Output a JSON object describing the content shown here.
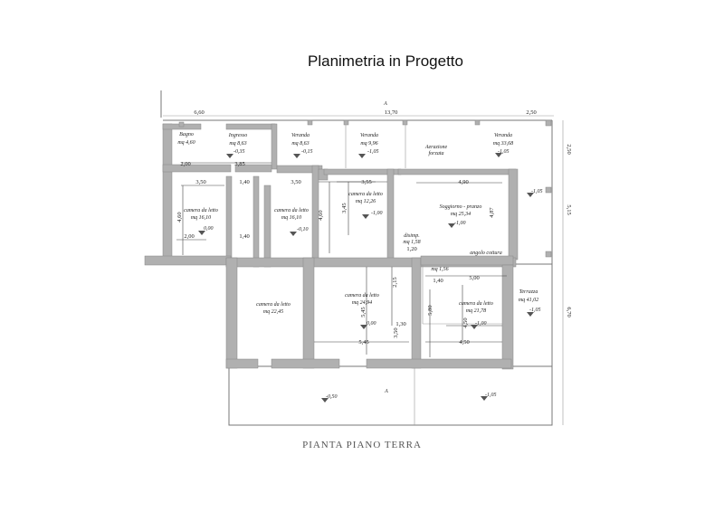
{
  "title": "Planimetria in Progetto",
  "subtitle": "PIANTA PIANO TERRA",
  "section_mark": "A",
  "rooms": {
    "bagno": {
      "name": "Bagno",
      "area": "mq 4,60"
    },
    "ingresso": {
      "name": "Ingresso",
      "area": "mq 8,63",
      "level": "-0,35"
    },
    "veranda1": {
      "name": "Veranda",
      "area": "mq 8,63",
      "level": "-0,15"
    },
    "veranda2": {
      "name": "Veranda",
      "area": "mq 9,96",
      "level": "-1,05"
    },
    "veranda3": {
      "name": "Veranda",
      "area": "mq 33,68",
      "level": "-1,05"
    },
    "aerazione": {
      "name": "Aerazione",
      "name2": "forzata"
    },
    "camera1": {
      "name": "camera da letto",
      "area": "mq 16,10",
      "level": "0,00"
    },
    "camera2": {
      "name": "camera da letto",
      "area": "mq 16,10",
      "level": "-0,10"
    },
    "camera3": {
      "name": "camera da letto",
      "area": "mq 12,26",
      "level": "-1,00"
    },
    "disimp": {
      "name": "disimp.",
      "area": "mq 1,58"
    },
    "soggiorno": {
      "name": "Soggiorno - pranzo",
      "area": "mq 25,34",
      "level": "-1,00"
    },
    "angolo": {
      "name": "angolo cottura"
    },
    "camera4": {
      "name": "camera da letto",
      "area": "mq 22,45"
    },
    "camera5": {
      "name": "camera da letto",
      "area": "mq 24,94",
      "level": "0,00"
    },
    "wc": {
      "area": "mq 1,56"
    },
    "camera6": {
      "name": "camera da letto",
      "area": "mq 21,78",
      "level": "-1,00"
    },
    "terrazza": {
      "name": "Terrazza",
      "area": "mq 41,02",
      "level": "-1,05"
    }
  },
  "levels": {
    "right": "-1,05",
    "bottom_left": "-0,50",
    "bottom_right": "-1,05"
  },
  "dims": {
    "top_a": "6,60",
    "top_total": "13,70",
    "top_right": "2,50",
    "bagno_w": "2,00",
    "ingresso_w": "3,85",
    "cam1_w": "3,50",
    "cam1_h": "4,60",
    "cam1_b": "2,00",
    "bath1_w": "1,40",
    "bath2_w": "1,40",
    "cam2_w": "3,50",
    "cam2_h": "4,60",
    "cam3_w": "3,55",
    "cam3_h": "3,45",
    "sogg_w": "4,90",
    "sogg_h": "4,87",
    "disimp_w": "1,20",
    "cam5_w": "5,45",
    "cam5_h": "5,45",
    "cam5_top": "2,15",
    "bath3_w": "1,30",
    "bath3_h": "3,50",
    "cam6_h": "5,80",
    "cam6_w": "4,50",
    "cam6_h2": "4,50",
    "bath4_w": "5,00",
    "wc_w": "1,40",
    "right_1": "2,50",
    "right_2": "5,15",
    "right_3": "6,70"
  }
}
